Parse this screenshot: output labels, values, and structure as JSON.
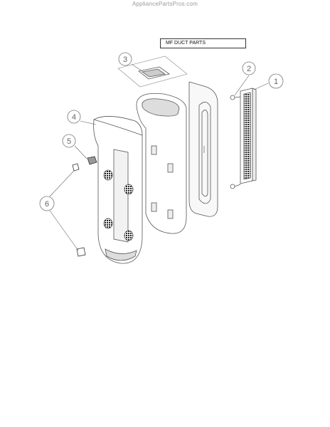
{
  "watermark": "AppliancePartsPros.com",
  "title": "MF DUCT PARTS",
  "callouts": [
    "1",
    "2",
    "3",
    "4",
    "5",
    "6"
  ]
}
